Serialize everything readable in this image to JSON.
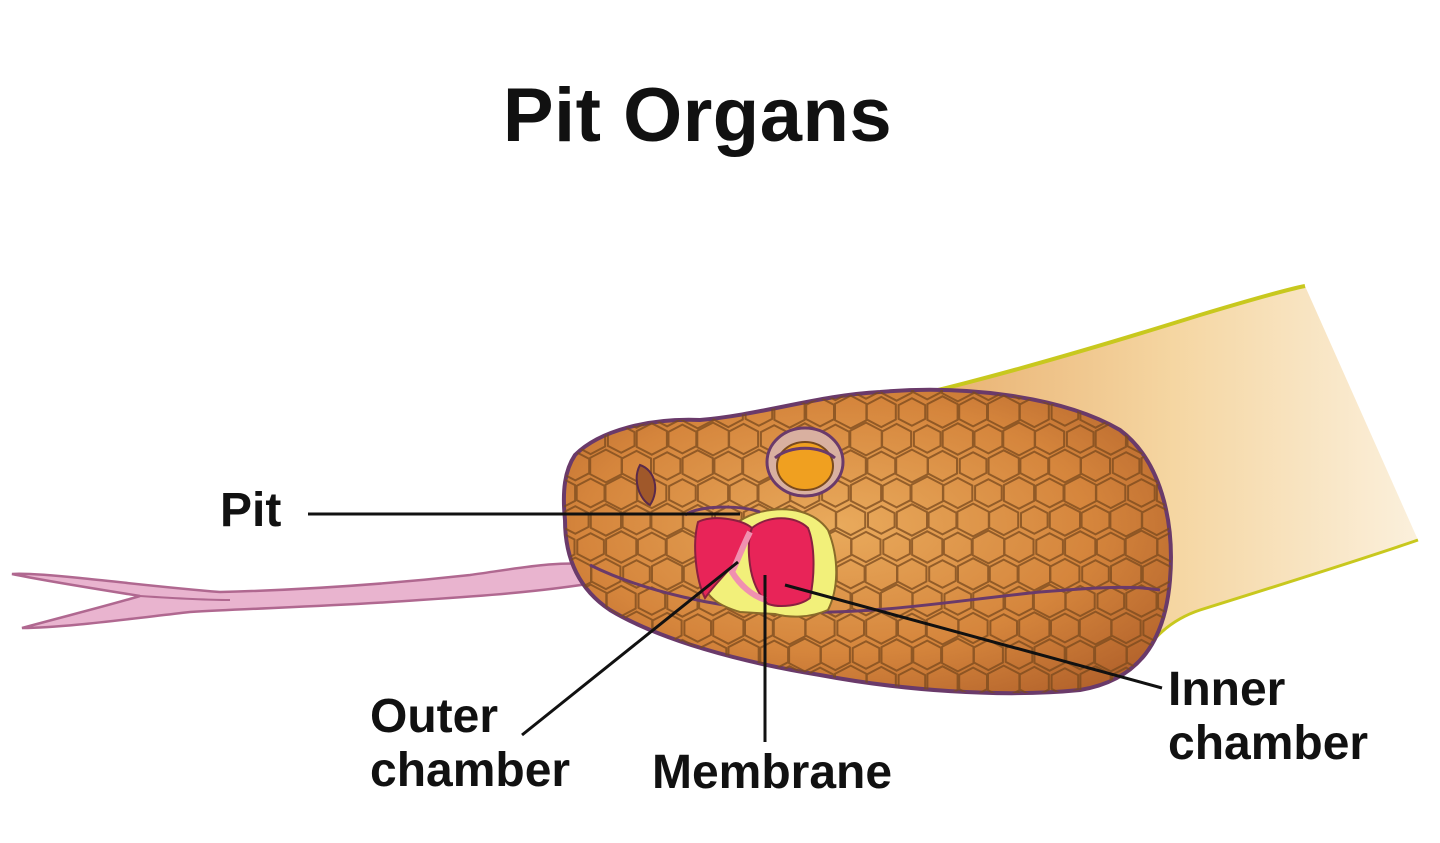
{
  "title": "Pit Organs",
  "labels": {
    "pit": "Pit",
    "outer_chamber": [
      "Outer",
      "chamber"
    ],
    "membrane": "Membrane",
    "inner_chamber": [
      "Inner",
      "chamber"
    ]
  },
  "colors": {
    "skin": "#d4843c",
    "skin_light": "#e8a55a",
    "scale_line": "#7a4a1e",
    "outline": "#6a3a6a",
    "neck_fill": "#f3d09a",
    "neck_edge": "#cccc20",
    "pit_red": "#e8245a",
    "pit_pink": "#f080a8",
    "pit_yellow": "#f0f070",
    "tongue": "#e8b0cc",
    "tongue_edge": "#b06890",
    "eye": "#f0a020"
  }
}
